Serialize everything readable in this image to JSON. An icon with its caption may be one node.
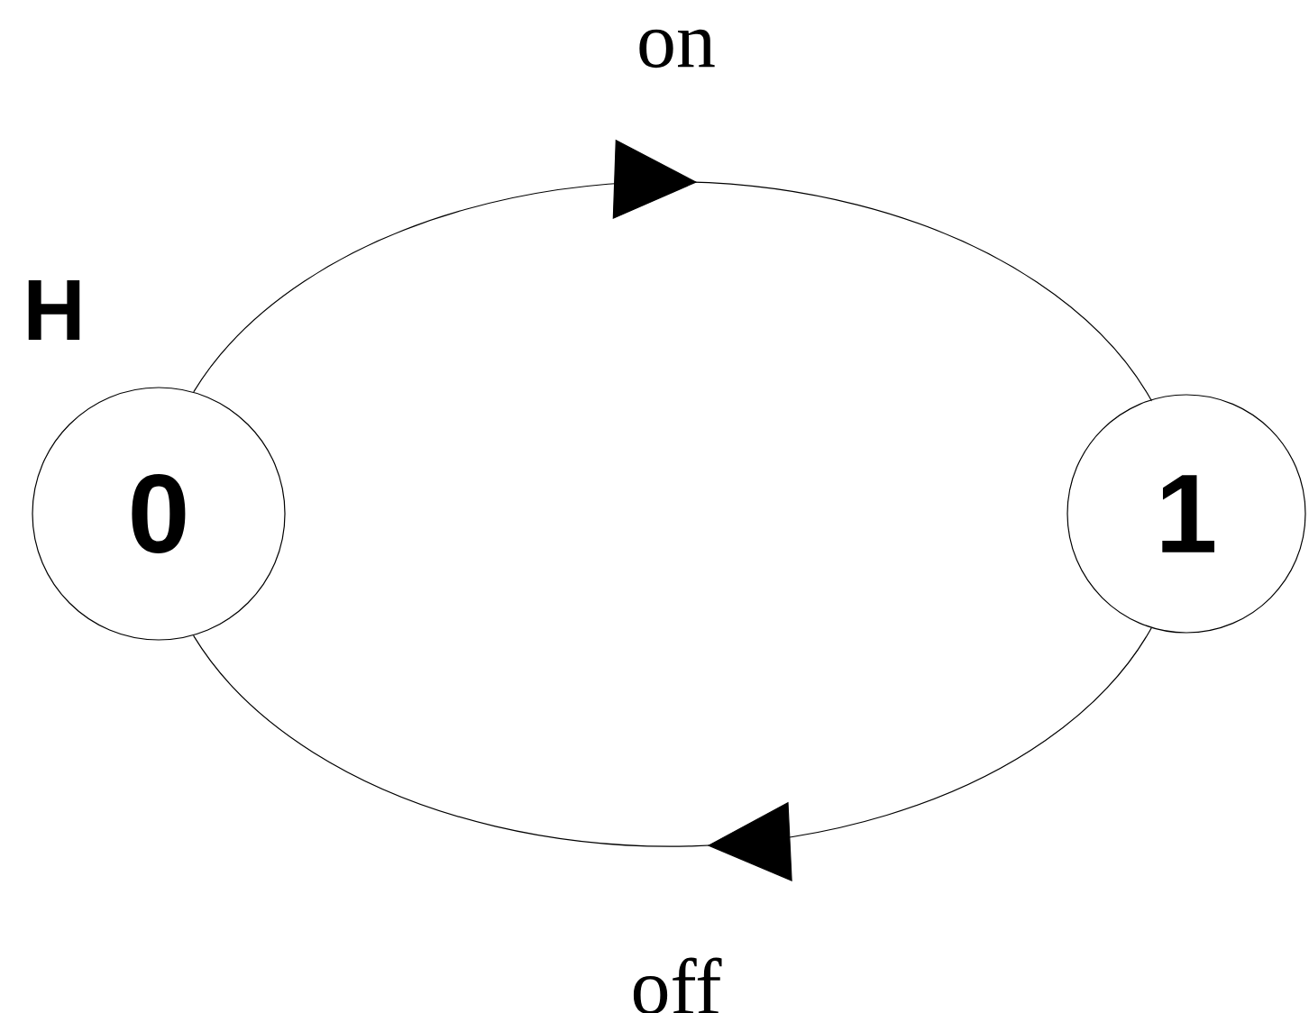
{
  "diagram": {
    "nodes": [
      {
        "text": [
          "0"
        ],
        "beside": [
          "H"
        ]
      },
      {
        "text": [
          "1"
        ]
      }
    ],
    "edges": [
      {
        "from": 0,
        "to": 1,
        "arrow": "to",
        "label": "on"
      },
      {
        "from": 1,
        "to": 0,
        "arrow": "to",
        "label": "off"
      }
    ]
  }
}
